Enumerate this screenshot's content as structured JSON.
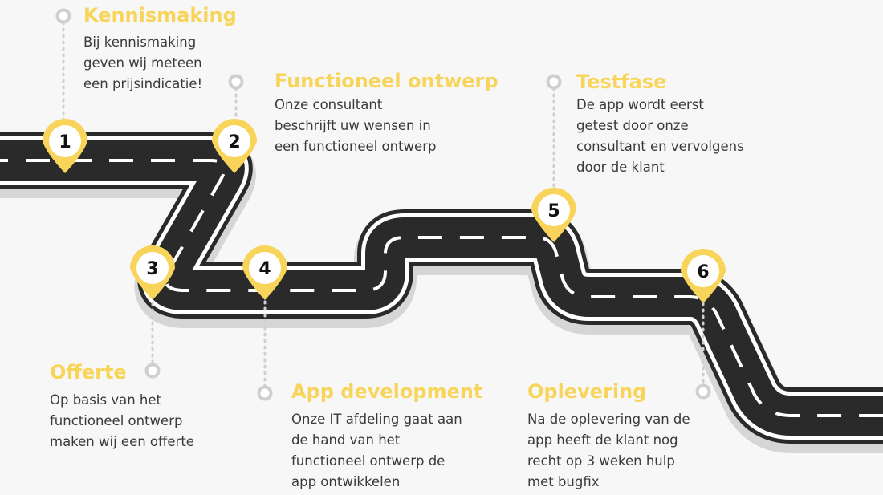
{
  "colors": {
    "title": "#f8d55a",
    "text": "#3a3a3a",
    "road": "#2a2a2a",
    "road_border": "#ffffff",
    "road_shadow": "#d6d6d6",
    "lane": "#ffffff",
    "pin": "#f8d55a",
    "pin_inner": "#ffffff",
    "pin_text": "#111111",
    "connector": "#cfcfcf",
    "background": "#f7f7f7"
  },
  "steps": [
    {
      "number": "1",
      "title": "Kennismaking",
      "description": "Bij kennismaking\ngeven wij meteen\neen prijsindicatie!"
    },
    {
      "number": "2",
      "title": "Functioneel ontwerp",
      "description": "Onze consultant\nbeschrijft uw wensen in\neen functioneel ontwerp"
    },
    {
      "number": "3",
      "title": "Offerte",
      "description": "Op basis van het\nfunctioneel ontwerp\nmaken wij een offerte"
    },
    {
      "number": "4",
      "title": "App development",
      "description": "Onze IT afdeling gaat aan\nde hand van het\nfunctioneel ontwerp de\napp ontwikkelen"
    },
    {
      "number": "5",
      "title": "Testfase",
      "description": "De app wordt eerst\ngetest door onze\nconsultant en vervolgens\ndoor de klant"
    },
    {
      "number": "6",
      "title": "Oplevering",
      "description": "Na de oplevering van de\napp heeft de klant nog\nrecht op 3 weken hulp\nmet bugfix"
    }
  ]
}
